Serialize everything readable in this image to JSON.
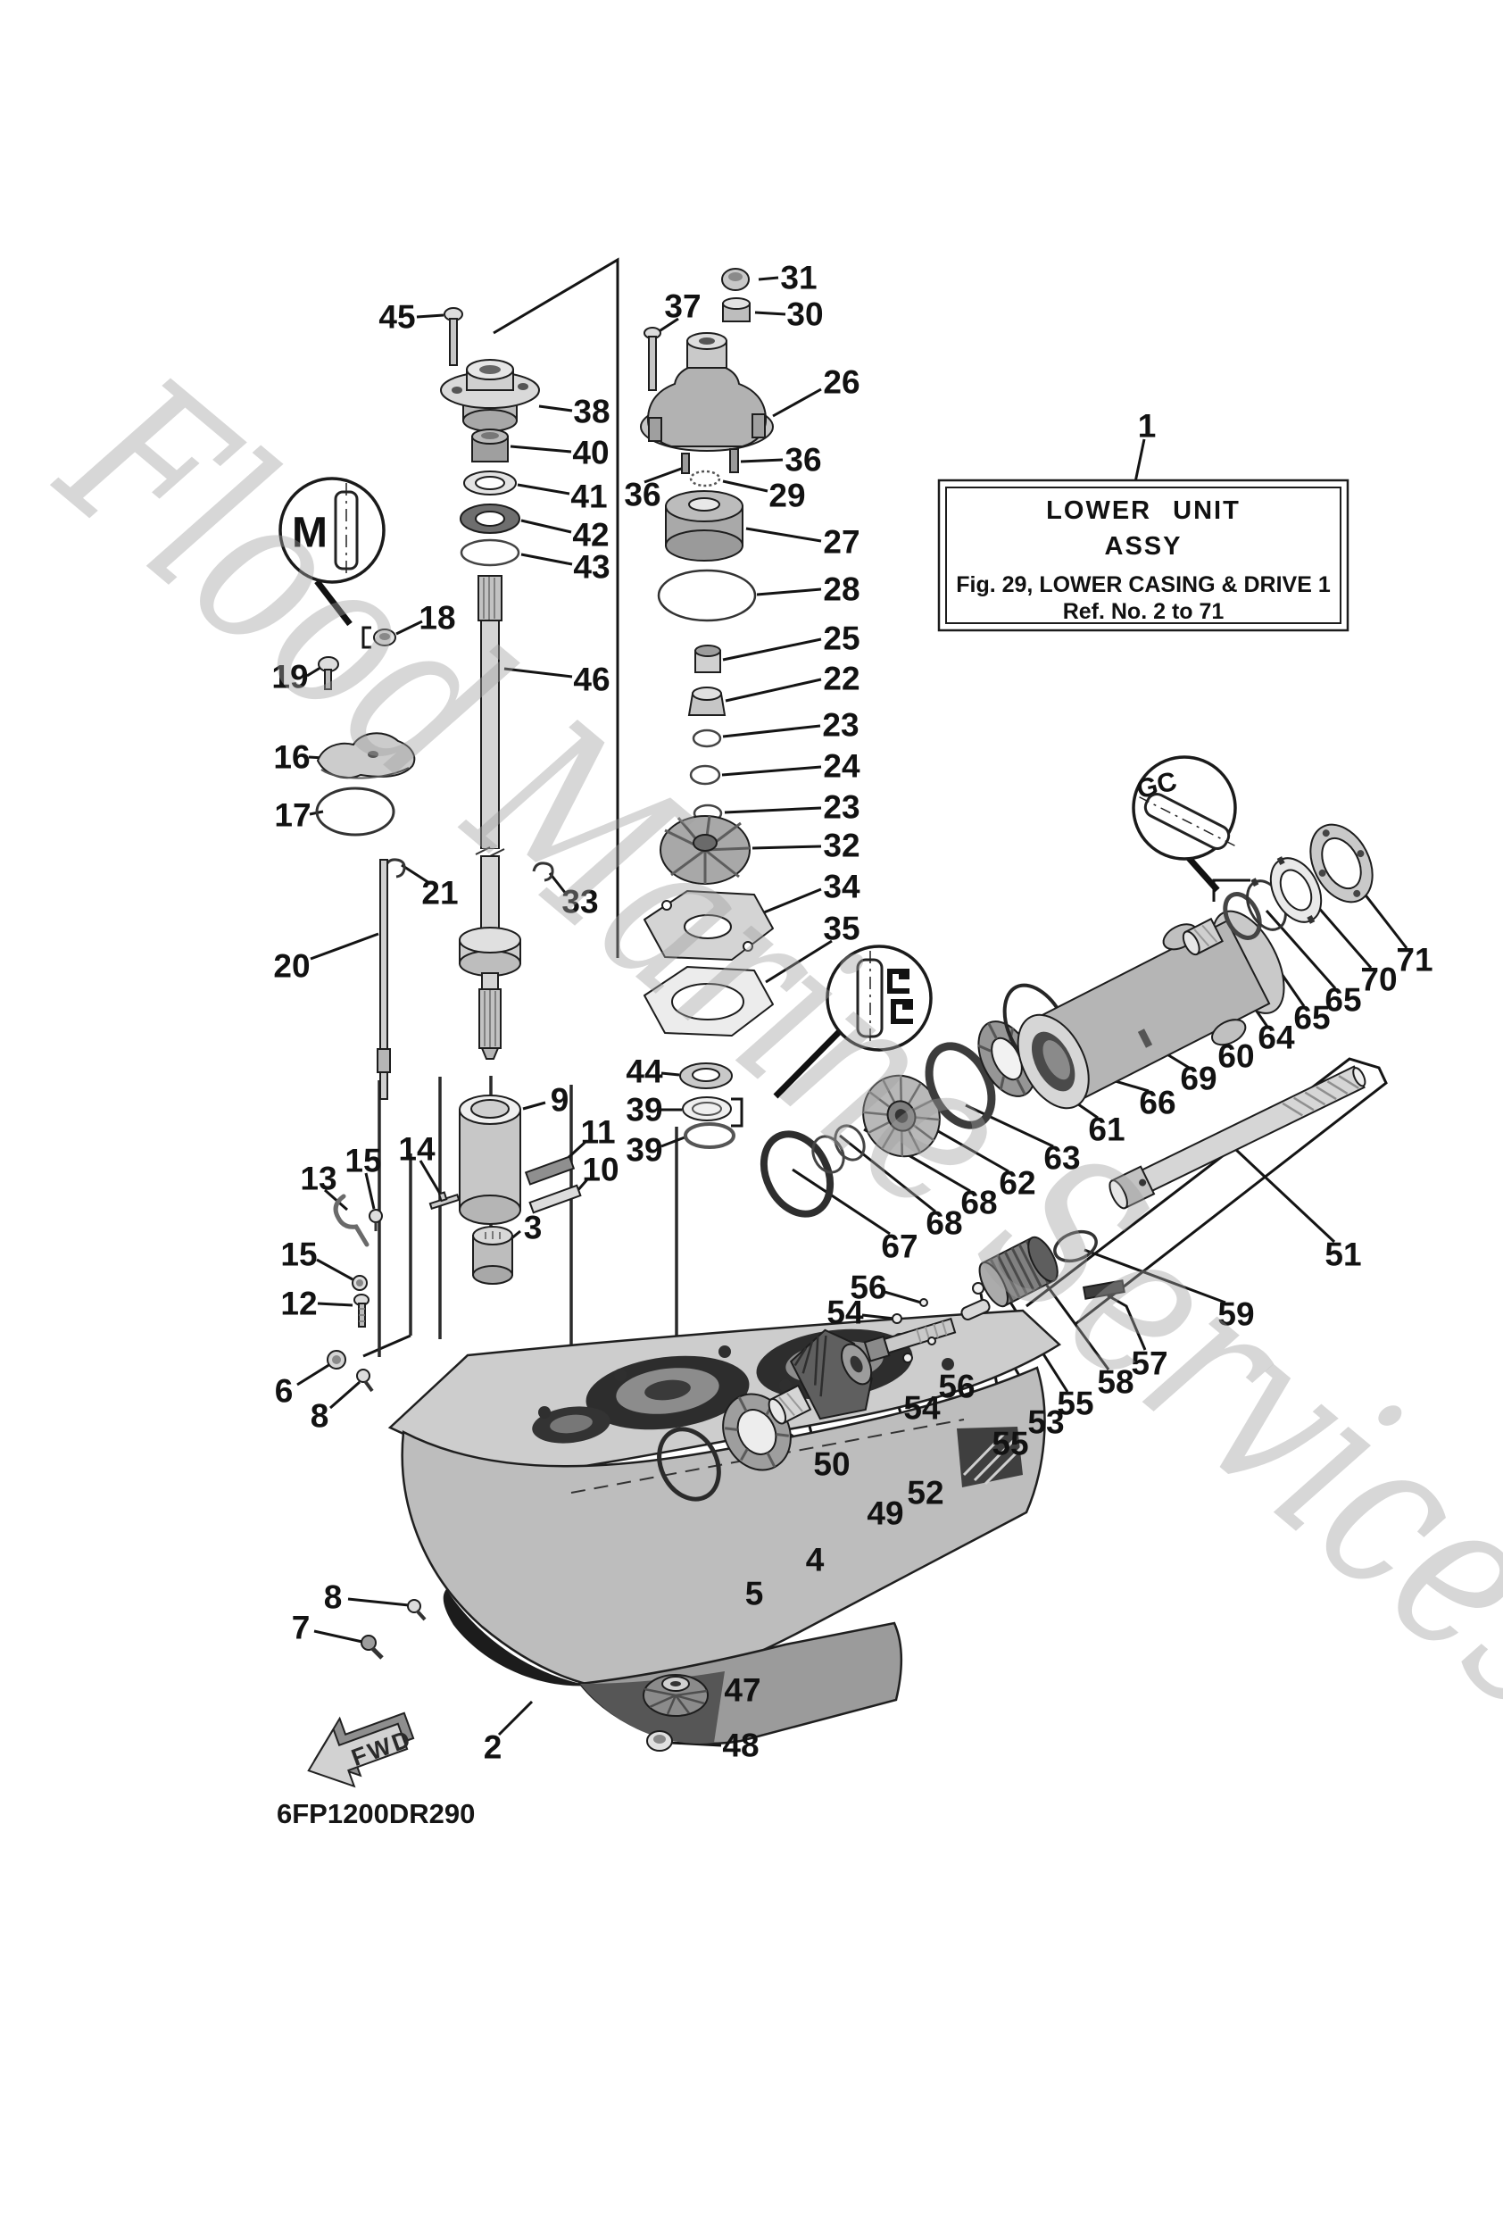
{
  "page": {
    "background": "#ffffff",
    "ink": "#141414",
    "part_gray": "#c0c0c0",
    "dark_gray": "#3a3a3a"
  },
  "watermark": {
    "text": "Flood Marine Services",
    "color": "#9f9f9f"
  },
  "title_box": {
    "line1": "LOWER UNIT",
    "line2": "ASSY",
    "line3": "Fig. 29, LOWER CASING & DRIVE 1",
    "line4": "Ref. No. 2 to 71"
  },
  "figure": {
    "drawing_code": "6FP1200DR290",
    "fwd_label": "FWD"
  },
  "magnifiers": {
    "grease_symbol": "M",
    "thread_symbol": "GC"
  },
  "callouts": {
    "c1": "1",
    "c2": "2",
    "c3": "3",
    "c4": "4",
    "c5": "5",
    "c6": "6",
    "c7": "7",
    "c8a": "8",
    "c8b": "8",
    "c9": "9",
    "c10": "10",
    "c11": "11",
    "c12": "12",
    "c13": "13",
    "c14": "14",
    "c15a": "15",
    "c15b": "15",
    "c16": "16",
    "c17": "17",
    "c18": "18",
    "c19": "19",
    "c20": "20",
    "c21": "21",
    "c22": "22",
    "c23a": "23",
    "c23b": "23",
    "c24": "24",
    "c25": "25",
    "c26": "26",
    "c27": "27",
    "c28": "28",
    "c29": "29",
    "c30": "30",
    "c31": "31",
    "c32": "32",
    "c33": "33",
    "c34": "34",
    "c35": "35",
    "c36a": "36",
    "c36b": "36",
    "c37": "37",
    "c38": "38",
    "c39a": "39",
    "c39b": "39",
    "c40": "40",
    "c41": "41",
    "c42": "42",
    "c43": "43",
    "c44": "44",
    "c45": "45",
    "c46": "46",
    "c47": "47",
    "c48": "48",
    "c49": "49",
    "c50": "50",
    "c51": "51",
    "c52": "52",
    "c53": "53",
    "c54a": "54",
    "c54b": "54",
    "c55a": "55",
    "c55b": "55",
    "c56a": "56",
    "c56b": "56",
    "c57": "57",
    "c58": "58",
    "c59": "59",
    "c60": "60",
    "c61": "61",
    "c62": "62",
    "c63": "63",
    "c64": "64",
    "c65a": "65",
    "c65b": "65",
    "c66": "66",
    "c67": "67",
    "c68a": "68",
    "c68b": "68",
    "c69": "69",
    "c70": "70",
    "c71": "71"
  }
}
